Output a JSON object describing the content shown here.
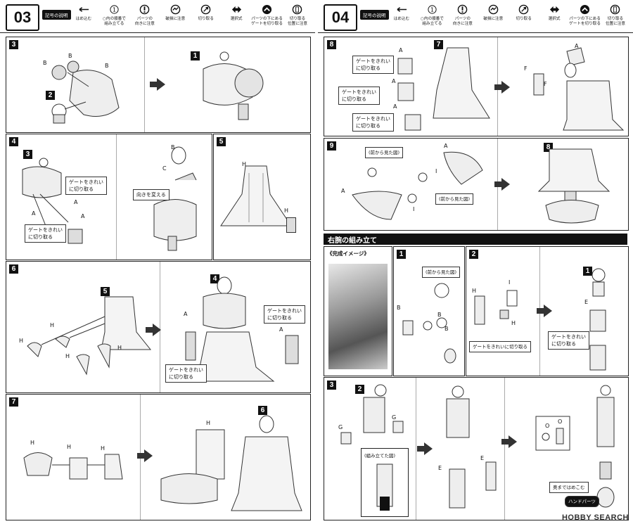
{
  "legend": {
    "tag": "記号の説明",
    "items": [
      {
        "icon": "arrow-left-icon",
        "text": "はめ込む"
      },
      {
        "icon": "circle-number-icon",
        "text": "○内の順番で\n組み立てる"
      },
      {
        "icon": "caution-icon",
        "text": "パーツの\n向きに注意"
      },
      {
        "icon": "breakage-icon",
        "text": "破損に注意"
      },
      {
        "icon": "cut-icon",
        "text": "切り取る"
      },
      {
        "icon": "choice-icon",
        "text": "選択式"
      },
      {
        "icon": "gate-under-icon",
        "text": "パーツの下にある\nゲートを切り取る"
      },
      {
        "icon": "cut-position-icon",
        "text": "切り取る\n位置に注意"
      }
    ]
  },
  "page1": {
    "number": "03",
    "steps": {
      "s3": {
        "num": "3",
        "sub2": "2",
        "sub1": "1",
        "l_b7a": "B",
        "l_b7b": "B",
        "l_b6": "B"
      },
      "s4": {
        "num": "4",
        "sub3": "3",
        "l_a16": "A",
        "l_a15": "A",
        "l_a8": "A",
        "l_b4": "B",
        "l_c1": "C",
        "note_gate1": "ゲートをきれい\nに切り取る",
        "note_gate2": "ゲートをきれい\nに切り取る",
        "note_dir": "向きを変える"
      },
      "s5": {
        "num": "5",
        "l_h12": "H",
        "l_h9": "H"
      },
      "s6": {
        "num": "6",
        "sub5": "5",
        "sub4": "4",
        "l_h15": "H",
        "l_h3": "H",
        "l_h4": "H",
        "l_h16": "H",
        "l_a23": "A",
        "l_a22": "A",
        "note_gate1": "ゲートをきれい\nに切り取る",
        "note_gate2": "ゲートをきれい\nに切り取る"
      },
      "s7": {
        "num": "7",
        "sub6": "6",
        "l_h20": "H",
        "l_h22": "H",
        "l_h21": "H",
        "l_h17": "H"
      }
    }
  },
  "page2": {
    "number": "04",
    "steps": {
      "s8": {
        "num": "8",
        "sub7": "7",
        "l_a14": "A",
        "l_a1": "A",
        "l_a4": "A",
        "l_a7": "A",
        "l_f1": "F",
        "l_f2": "F",
        "note1": "ゲートをきれい\nに切り取る",
        "note2": "ゲートをきれい\nに切り取る",
        "note3": "ゲートをきれい\nに切り取る"
      },
      "s9": {
        "num": "9",
        "sub8": "8",
        "l_a17": "A",
        "l_a6": "A",
        "l_i3a": "I",
        "l_i3b": "I",
        "front_view1": "(前から見た図)",
        "front_view2": "(前から見た図)"
      },
      "right_arm": {
        "title": "右腕の組み立て",
        "image_label": "《完成イメージ》",
        "s1": {
          "num": "1",
          "front_view": "(前から見た図)",
          "l_b5": "B",
          "l_b8": "B",
          "l_b3": "B"
        },
        "s2": {
          "num": "2",
          "sub1": "1",
          "l_h6": "H",
          "l_i2": "I",
          "l_h2": "H",
          "l_e7": "E",
          "note_gate": "ゲートをきれいに切り取る",
          "note_gate2": "ゲートをきれい\nに切り取る"
        },
        "s3": {
          "num": "3",
          "sub2": "2",
          "l_g11": "G",
          "l_g10": "G",
          "l_e8": "E",
          "l_e5": "E",
          "l_o1": "O",
          "l_o2": "O",
          "assembled": "(組み立てた図)",
          "note_push": "奥まではめこむ",
          "hand_parts": "ハンドパーツ"
        }
      }
    },
    "watermark": "HOBBY SEARCH"
  }
}
